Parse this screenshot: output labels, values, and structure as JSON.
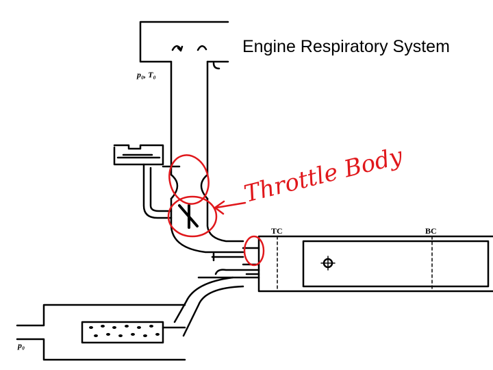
{
  "slide": {
    "title": "Engine Respiratory System"
  },
  "diagram": {
    "labels": {
      "inlet_conditions": "p₀, T₀",
      "exhaust_pressure": "p₀",
      "top_center": "TC",
      "bottom_center": "BC"
    },
    "annotation": {
      "text": "Throttle Body",
      "color": "#e0171b"
    },
    "colors": {
      "line": "#000000",
      "annotation": "#e0171b"
    }
  }
}
